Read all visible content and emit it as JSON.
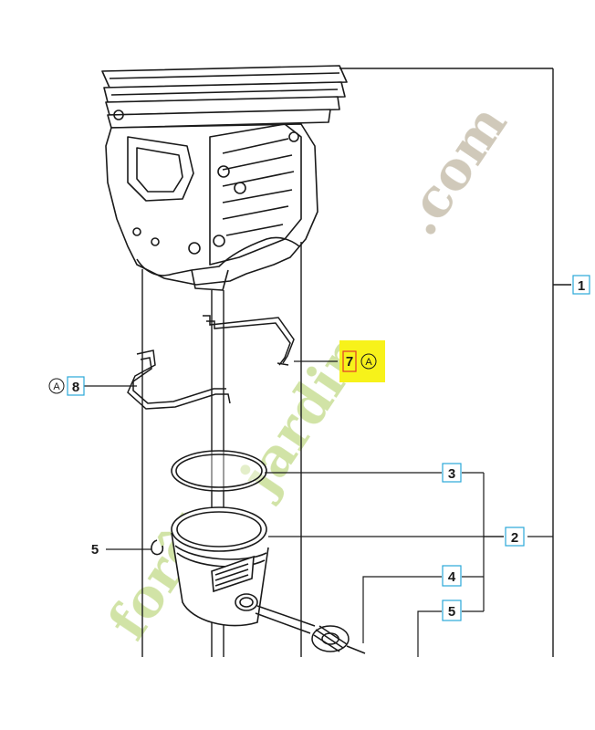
{
  "diagram": {
    "callouts": {
      "c1": "1",
      "c2": "2",
      "c3": "3",
      "c4": "4",
      "c5_left": "5",
      "c5_right": "5",
      "c7": "7",
      "c8": "8",
      "marker_a": "A"
    },
    "watermark": {
      "part1": "forêt",
      "part2": "jardin",
      "part3": ".com"
    },
    "colors": {
      "line": "#1a1a1a",
      "callout_box": "#2aa8d8",
      "highlight": "#f7f21a",
      "highlight_box": "#e23a2a",
      "watermark_green": "#c9de96",
      "watermark_grey": "#c8c0ae"
    }
  }
}
